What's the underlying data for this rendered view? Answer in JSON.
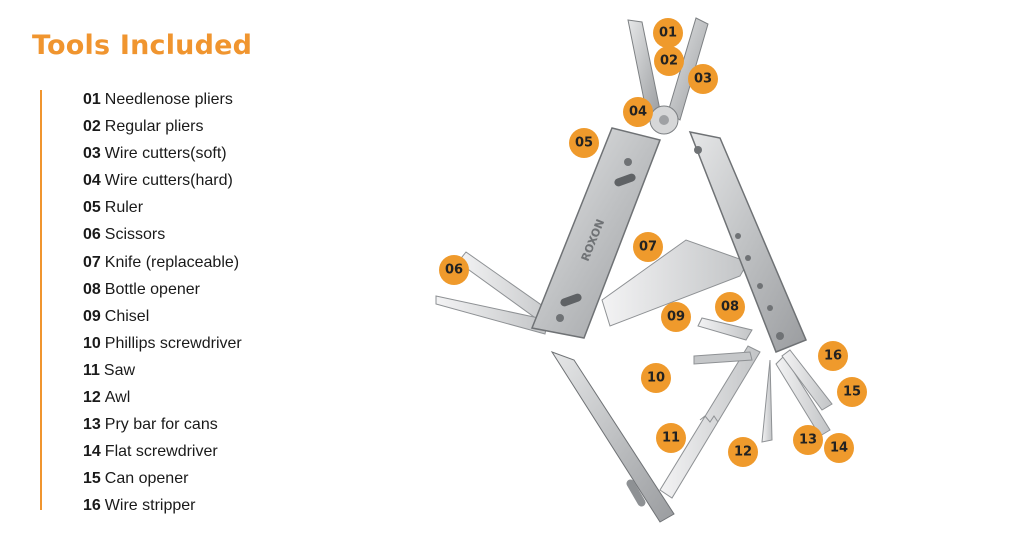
{
  "title": "Tools Included",
  "tools": [
    {
      "num": "01",
      "name": "Needlenose pliers"
    },
    {
      "num": "02",
      "name": "Regular pliers"
    },
    {
      "num": "03",
      "name": "Wire cutters(soft)"
    },
    {
      "num": "04",
      "name": "Wire cutters(hard)"
    },
    {
      "num": "05",
      "name": "Ruler"
    },
    {
      "num": "06",
      "name": "Scissors"
    },
    {
      "num": "07",
      "name": "Knife (replaceable)"
    },
    {
      "num": "08",
      "name": "Bottle opener"
    },
    {
      "num": "09",
      "name": "Chisel"
    },
    {
      "num": "10",
      "name": "Phillips screwdriver"
    },
    {
      "num": "11",
      "name": "Saw"
    },
    {
      "num": "12",
      "name": "Awl"
    },
    {
      "num": "13",
      "name": "Pry bar for cans"
    },
    {
      "num": "14",
      "name": "Flat screwdriver"
    },
    {
      "num": "15",
      "name": "Can opener"
    },
    {
      "num": "16",
      "name": "Wire stripper"
    }
  ],
  "brand_logo_text": "ROXON",
  "badges": [
    "01",
    "02",
    "03",
    "04",
    "05",
    "06",
    "07",
    "08",
    "09",
    "10",
    "11",
    "12",
    "13",
    "14",
    "15",
    "16"
  ],
  "colors": {
    "accent": "#f0952f",
    "badge": "#ef9a2c",
    "steel": "#c9cbcd",
    "steel_dark": "#8e9194"
  }
}
